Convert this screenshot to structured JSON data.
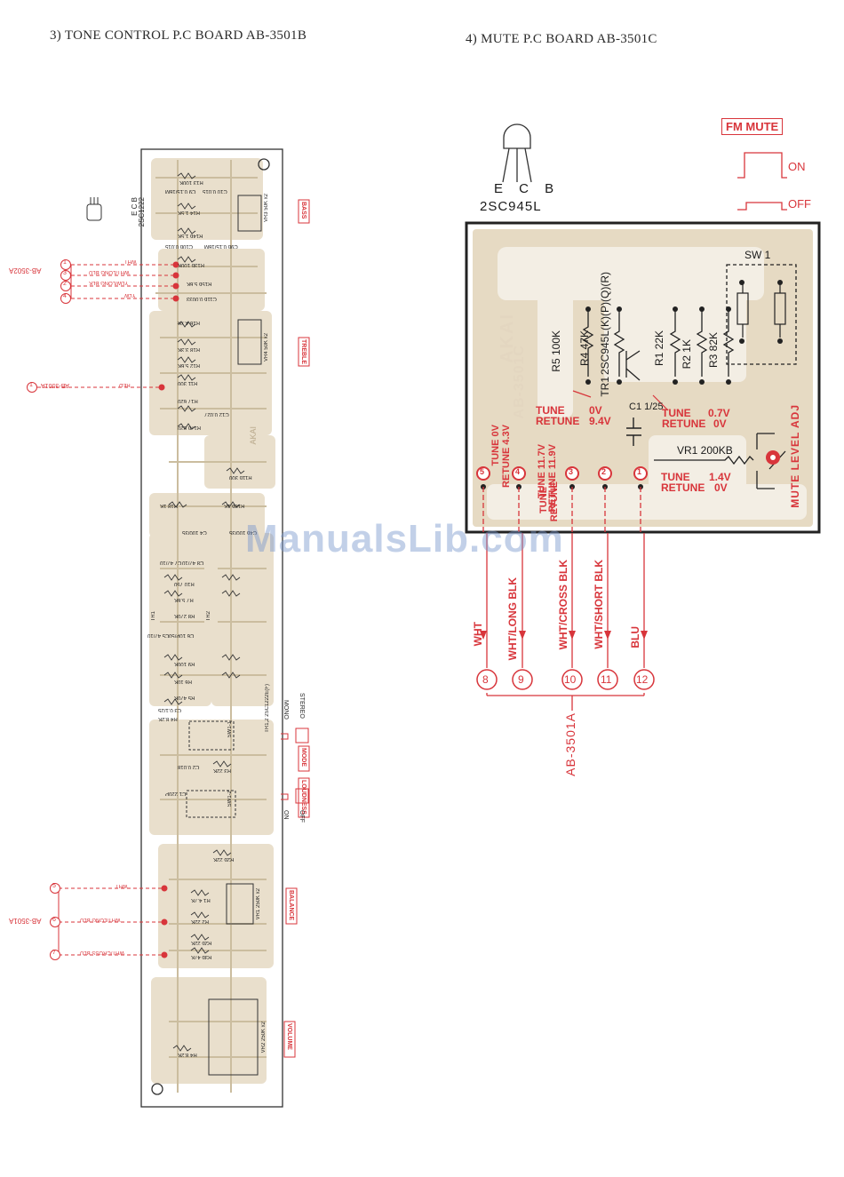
{
  "headings": {
    "tone_title": "3) TONE CONTROL P.C BOARD AB-3501B",
    "mute_title": "4) MUTE P.C BOARD AB-3501C"
  },
  "watermark": "ManualsLib.com",
  "tone_board": {
    "transistor_pins": "E C B",
    "transistor_part": "2SC1222",
    "section_labels": [
      "BASS",
      "TREBLE",
      "MODE",
      "LOUDNESS",
      "BALANCE",
      "VOLUME"
    ],
    "switch_labels": {
      "mono": "MONO",
      "stereo": "STEREO",
      "on": "ON",
      "off": "OFF"
    },
    "top_connectors": {
      "group": "AB-3502A",
      "items": [
        {
          "num": "1",
          "wire": "WHT"
        },
        {
          "num": "3",
          "wire": "WHT/LONG BLU"
        },
        {
          "num": "2",
          "wire": "YLW/LONG BLK"
        },
        {
          "num": "4",
          "wire": "YLW"
        }
      ]
    },
    "mid_connector": {
      "num": "1",
      "label": "AB-3501A",
      "wire": "RED"
    },
    "bottom_connectors": {
      "group": "AB-3501A",
      "items": [
        {
          "num": "5",
          "wire": "WHT"
        },
        {
          "num": "6",
          "wire": "WHT/LONG BLU"
        },
        {
          "num": "7",
          "wire": "WHT/CROSS BLU"
        }
      ]
    },
    "board_marking": "AKAI",
    "components": [
      "R13 100K",
      "C10 0.015",
      "C9 0.15/16M",
      "R14 1.5K",
      "R14b 1.5K",
      "C10b 0.015",
      "C9b 0.15/16M",
      "R13b 100K",
      "R15b 5.6K",
      "C11b 0.0033",
      "R15 5.6K",
      "R16 4.7K",
      "C11 0.0033",
      "R18 3.3K",
      "R12 5.6K",
      "R11 300",
      "R17 620",
      "C12 0.027",
      "C12b 0.027",
      "R17b 620",
      "R11b 300",
      "R18 1K",
      "R18b 1K",
      "C4 100/35",
      "C4b 100/35",
      "C7 47/10",
      "C8 47/10",
      "R10 750",
      "R7 5.6K",
      "R8 270K",
      "C6 10P/50",
      "C5 47/10",
      "R9 100K",
      "R6 10K",
      "R5 470K",
      "C3 0.1/25",
      "R4 8.2K",
      "C2 0.018",
      "R3 22K",
      "C1 220P",
      "R2b 22K",
      "R1 4.7K",
      "R2 22K",
      "R2b 22K",
      "R3b 47K",
      "VR1 250K x2",
      "VR2 250K x2",
      "VR3 50K x2",
      "VR4 50K x2",
      "R4 8.2K",
      "TR1",
      "TR2",
      "SW1-1",
      "SW1-2",
      "TR1,2 2SC1222E(F)"
    ]
  },
  "mute_board": {
    "transistor_pins": "E C B",
    "transistor_part": "2SC945L",
    "fm_mute": {
      "title": "FM MUTE",
      "on": "ON",
      "off": "OFF"
    },
    "board_marking": "AKAI",
    "board_code": "AB-3501C",
    "switch": "SW 1",
    "resistors": [
      {
        "ref": "R5",
        "value": "100K"
      },
      {
        "ref": "R4",
        "value": "47K"
      },
      {
        "ref": "R1",
        "value": "22K"
      },
      {
        "ref": "R2",
        "value": "1K"
      },
      {
        "ref": "R3",
        "value": "82K"
      }
    ],
    "transistor_label": "2SC945L(K)(P)(Q)(R)",
    "tr_ref": "TR1",
    "cap": "C1 1/25",
    "vr": "VR1 200KB",
    "mute_level": "MUTE LEVEL ADJ",
    "voltages": {
      "left": {
        "tune": "TUNE",
        "retune": "RETUNE",
        "tune_v": "0V",
        "retune_v": "9.4V"
      },
      "right": {
        "tune": "TUNE",
        "retune": "RETUNE",
        "tune_v": "0.7V",
        "retune_v": "0V"
      },
      "pin5": {
        "tune": "TUNE",
        "retune": "RETUNE",
        "tune_v": "0V",
        "retune_v": "4.3V"
      },
      "pin4": {
        "tune": "TUNE",
        "retune": "RETUNE",
        "tune_v": "11.7V",
        "retune_v": "11.9V"
      },
      "pin3": {
        "tune": "TUNE",
        "retune": "RETUNE"
      },
      "pin1": {
        "tune": "TUNE",
        "retune": "RETUNE",
        "tune_v": "1.4V",
        "retune_v": "0V"
      }
    },
    "pins": [
      {
        "pin": "5",
        "wire": "WHT",
        "dest": "8"
      },
      {
        "pin": "4",
        "wire": "WHT/LONG BLK",
        "dest": "9"
      },
      {
        "pin": "3",
        "wire": "WHT/CROSS BLK",
        "dest": "10"
      },
      {
        "pin": "2",
        "wire": "WHT/SHORT BLK",
        "dest": "11"
      },
      {
        "pin": "1",
        "wire": "BLU",
        "dest": "12"
      }
    ],
    "dest_board": "AB-3501A"
  },
  "colors": {
    "wire_red": "#d8353b",
    "pcb_tan": "#e7dcc8",
    "pcb_copper": "#d8c7a6"
  }
}
